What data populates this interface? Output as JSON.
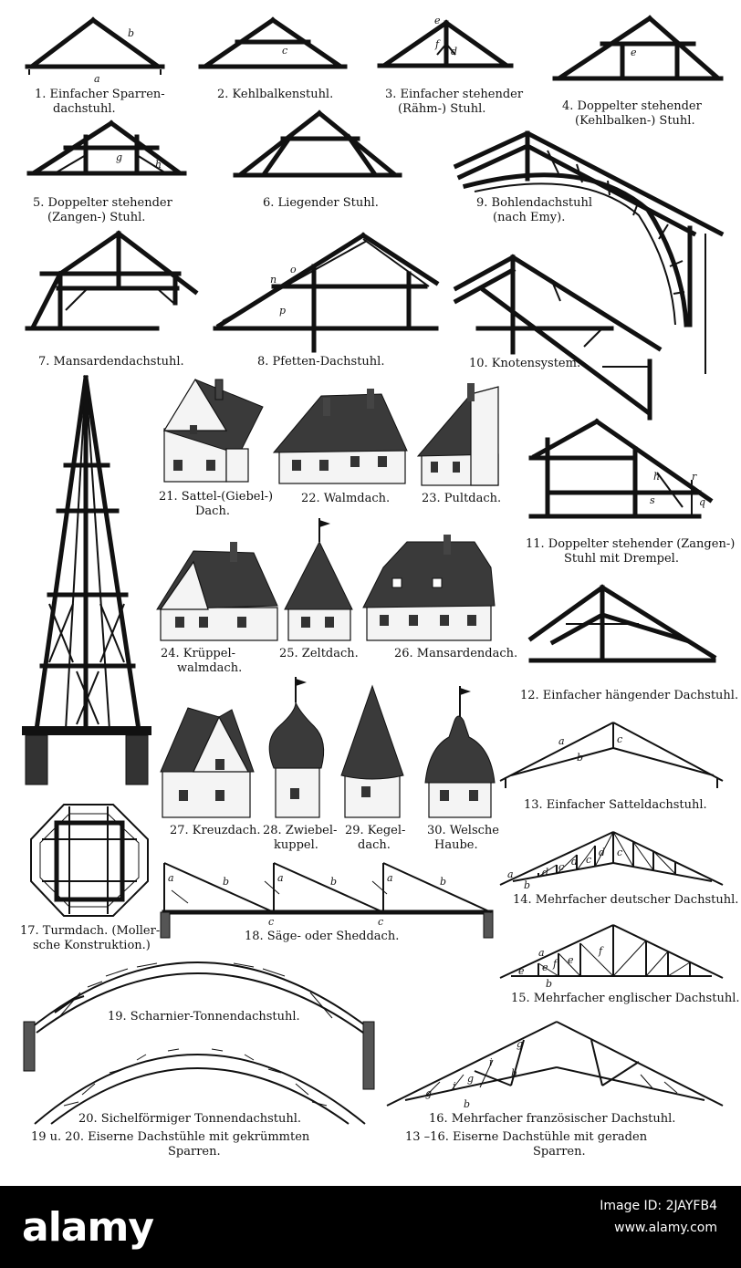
{
  "captions": {
    "c1": [
      "1. Einfacher Sparren-",
      "dachstuhl."
    ],
    "c2": "2. Kehlbalkenstuhl.",
    "c3": [
      "3. Einfacher stehender",
      "(Rähm-) Stuhl."
    ],
    "c4": [
      "4. Doppelter stehender",
      "(Kehlbalken-) Stuhl."
    ],
    "c5": [
      "5. Doppelter stehender",
      "(Zangen-) Stuhl."
    ],
    "c6": "6. Liegender Stuhl.",
    "c9": [
      "9. Bohlendachstuhl",
      "(nach Emy)."
    ],
    "c7": "7. Mansardendachstuhl.",
    "c8": "8. Pfetten-Dachstuhl.",
    "c10": "10. Knotensystem.",
    "c21": [
      "21. Sattel-(Giebel-)",
      "Dach."
    ],
    "c22": "22. Walmdach.",
    "c23": "23. Pultdach.",
    "c11": [
      "11. Doppelter stehender (Zangen-)",
      "Stuhl mit Drempel."
    ],
    "c24": [
      "24. Krüppel-",
      "walmdach."
    ],
    "c25": "25. Zeltdach.",
    "c26": "26. Mansardendach.",
    "c12": "12. Einfacher hängender Dachstuhl.",
    "c27": "27. Kreuzdach.",
    "c28": [
      "28. Zwiebel-",
      "kuppel."
    ],
    "c29": [
      "29. Kegel-",
      "dach."
    ],
    "c30": [
      "30. Welsche",
      "Haube."
    ],
    "c13": "13. Einfacher Satteldachstuhl.",
    "c14": "14. Mehrfacher deutscher Dachstuhl.",
    "c15": "15. Mehrfacher englischer Dachstuhl.",
    "c17": [
      "17. Turmdach. (Moller-",
      "sche Konstruktion.)"
    ],
    "c18": "18. Säge- oder Sheddach.",
    "c19": "19. Scharnier-Tonnendachstuhl.",
    "c20": "20. Sichelförmiger Tonnendachstuhl.",
    "c16": "16. Mehrfacher französischer Dachstuhl.",
    "group_left": [
      "19 u. 20.  Eiserne Dachstühle mit gekrümmten",
      "Sparren."
    ],
    "group_right": [
      "13 –16.  Eiserne Dachstühle mit geraden",
      "Sparren."
    ]
  },
  "letters": {
    "fig1_a": "a",
    "fig1_b": "b",
    "fig2_c": "c",
    "fig3_e": "e",
    "fig3_f": "f",
    "fig3_d": "d",
    "fig4_e": "e",
    "fig5_g": "g",
    "fig5_h": "h",
    "fig8_n": "n",
    "fig8_o": "o",
    "fig8_p": "p",
    "fig11_h": "h",
    "fig11_r": "r",
    "fig11_s": "s",
    "fig11_q": "q",
    "fig13_a": "a",
    "fig13_b": "b",
    "fig13_c": "c",
    "fig14_a": "a",
    "fig14_b": "b",
    "fig14_d1": "d",
    "fig14_c1": "c",
    "fig14_d2": "d",
    "fig14_c2": "c",
    "fig14_d3": "d",
    "fig14_c3": "c",
    "fig15_a": "a",
    "fig15_b": "b",
    "fig15_e1": "e",
    "fig15_e2": "e",
    "fig15_e3": "e",
    "fig15_f1": "f",
    "fig15_f2": "f",
    "fig16_g1": "g",
    "fig16_i1": "i",
    "fig16_g2": "g",
    "fig16_i2": "i",
    "fig16_h": "h",
    "fig16_g3": "g",
    "fig16_b": "b",
    "fig18_a1": "a",
    "fig18_b1": "b",
    "fig18_c1": "c",
    "fig18_a2": "a",
    "fig18_b2": "b",
    "fig18_c2": "c",
    "fig18_a3": "a",
    "fig18_b3": "b"
  },
  "footer": {
    "logo": "alamy",
    "image_id": "Image ID: 2JAYFB4",
    "url": "www.alamy.com"
  }
}
